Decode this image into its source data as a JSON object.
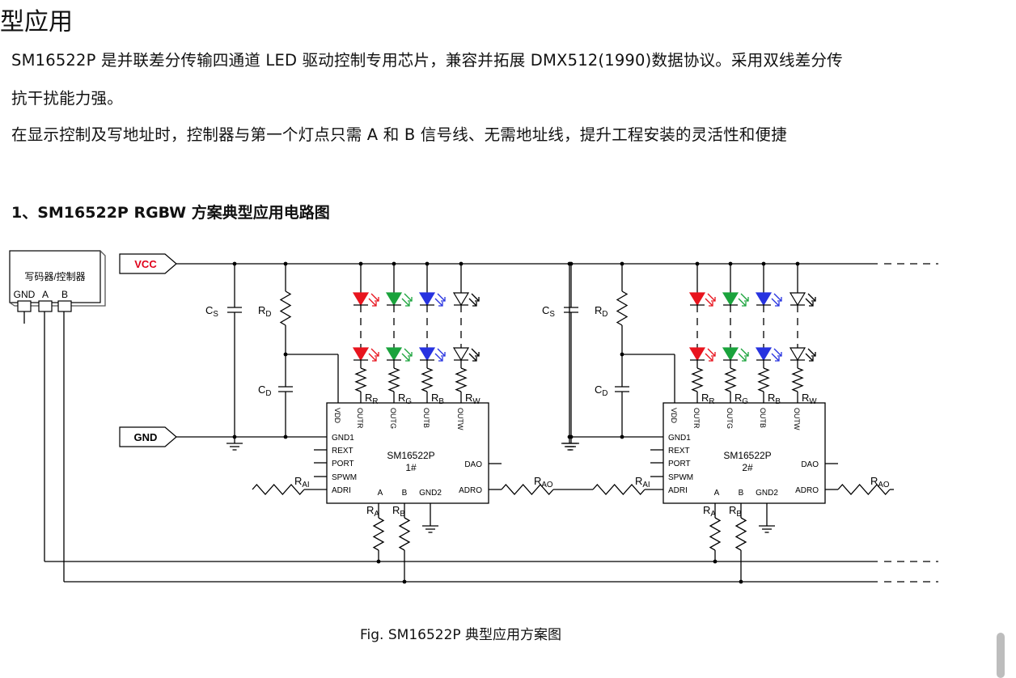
{
  "page": {
    "heading": "型应用",
    "paragraphs": [
      "SM16522P 是并联差分传输四通道 LED 驱动控制专用芯片，兼容并拓展 DMX512(1990)数据协议。采用双线差分传",
      "抗干扰能力强。",
      "在显示控制及写地址时，控制器与第一个灯点只需 A 和 B 信号线、无需地址线，提升工程安装的灵活性和便捷"
    ],
    "section_title": "1、SM16522P RGBW 方案典型应用电路图",
    "caption": "Fig. SM16522P 典型应用方案图"
  },
  "schematic": {
    "controller": {
      "title": "写码器/控制器",
      "pins": [
        "GND",
        "A",
        "B"
      ]
    },
    "inputs": {
      "vcc": "VCC",
      "gnd": "GND"
    },
    "chips": [
      {
        "name": "SM16522P",
        "index": "1#"
      },
      {
        "name": "SM16522P",
        "index": "2#"
      }
    ],
    "top_pins": [
      "VDD",
      "OUTR",
      "OUTG",
      "OUTB",
      "OUTW"
    ],
    "left_pins": [
      "GND1",
      "REXT",
      "PORT",
      "SPWM",
      "ADRI"
    ],
    "right_pins": [
      "DAO",
      "ADRO"
    ],
    "bottom_pins": [
      "A",
      "B",
      "GND2"
    ],
    "components": {
      "cs": "C",
      "cs_sub": "S",
      "rd": "R",
      "rd_sub": "D",
      "cd": "C",
      "cd_sub": "D",
      "rai": "R",
      "rai_sub": "AI",
      "rao": "R",
      "rao_sub": "AO",
      "ra": "R",
      "ra_sub": "A",
      "rb": "R",
      "rb_sub": "B",
      "channel_resistors": [
        {
          "main": "R",
          "sub": "R"
        },
        {
          "main": "R",
          "sub": "G"
        },
        {
          "main": "R",
          "sub": "B"
        },
        {
          "main": "R",
          "sub": "W"
        }
      ]
    },
    "led_colors": [
      "#e8141e",
      "#1aa33c",
      "#2733e0",
      "#ffffff"
    ],
    "accent_color": "#e0001a"
  }
}
